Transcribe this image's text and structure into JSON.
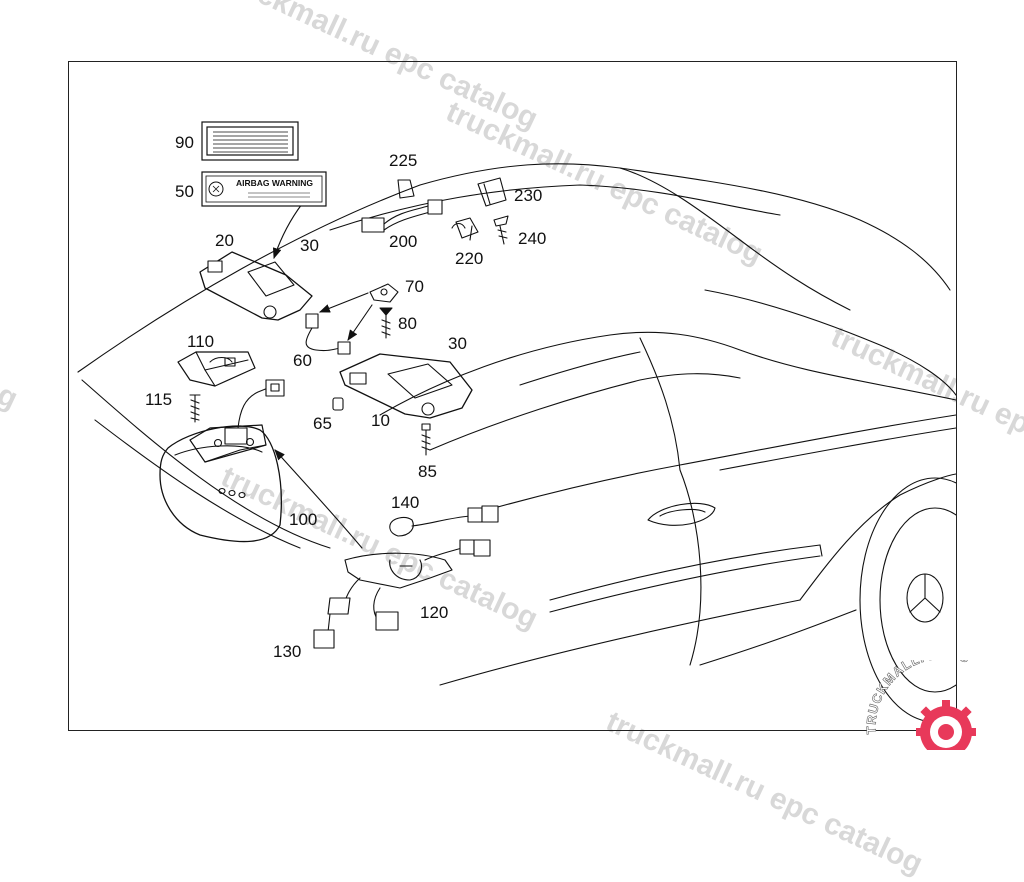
{
  "watermark": "truckmall.ru epc catalog",
  "label": {
    "airbag_warning": "AIRBAG WARNING"
  },
  "callouts": {
    "c90": "90",
    "c50": "50",
    "c225": "225",
    "c230": "230",
    "c200": "200",
    "c240": "240",
    "c220": "220",
    "c20": "20",
    "c30a": "30",
    "c70": "70",
    "c80": "80",
    "c60": "60",
    "c110": "110",
    "c30b": "30",
    "c115": "115",
    "c65": "65",
    "c10": "10",
    "c85": "85",
    "c140": "140",
    "c100": "100",
    "c120": "120",
    "c130": "130"
  },
  "logo": {
    "text": "TRUCKMALLPARTS",
    "accent": "#e8395a"
  },
  "colors": {
    "line": "#111111",
    "watermark": "#d8d8d8"
  }
}
